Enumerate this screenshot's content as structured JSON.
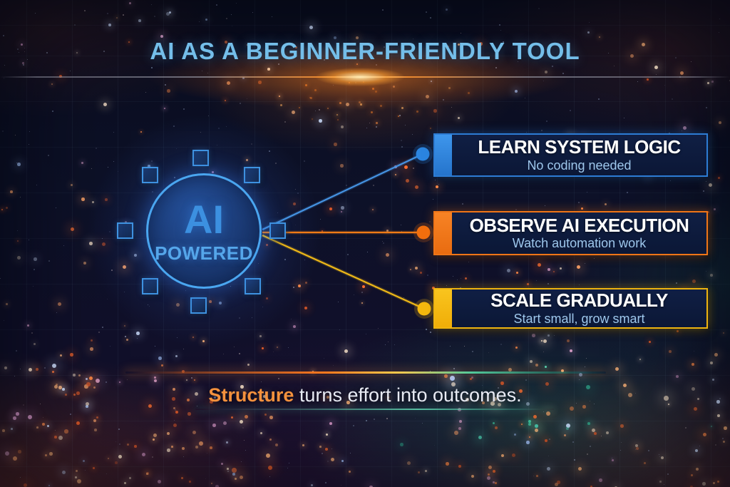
{
  "header": {
    "title": "AI AS A BEGINNER-FRIENDLY TOOL"
  },
  "hub": {
    "label_main": "AI",
    "label_sub": "POWERED"
  },
  "items": [
    {
      "title": "LEARN SYSTEM LOGIC",
      "subtitle": "No coding needed",
      "accent": "#2d7cd4"
    },
    {
      "title": "OBSERVE AI EXECUTION",
      "subtitle": "Watch automation work",
      "accent": "#ef7517"
    },
    {
      "title": "SCALE GRADUALLY",
      "subtitle": "Start small, grow smart",
      "accent": "#eeb410"
    }
  ],
  "footer": {
    "highlight": "Structure",
    "text": " turns effort into outcomes."
  },
  "colors": {
    "title_text": "#74bee9",
    "hub_text": "#3c90e0",
    "accent_blue": "#2d7cd4",
    "accent_orange": "#ef7517",
    "accent_yellow": "#eeb410",
    "footer_highlight": "#f4913d",
    "card_background": "#0d1a3a"
  }
}
